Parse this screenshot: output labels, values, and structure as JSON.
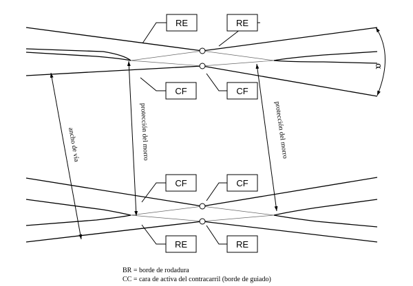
{
  "boxes": {
    "re_top_left": "RE",
    "re_top_right": "RE",
    "cf_mid_upper_left": "CF",
    "cf_mid_upper_right": "CF",
    "cf_mid_lower_left": "CF",
    "cf_mid_lower_right": "CF",
    "re_bottom_left": "RE",
    "re_bottom_right": "RE"
  },
  "labels": {
    "track_gauge": "ancho de vía",
    "frog_protection_left": "protección del morro",
    "frog_protection_right": "protección del morro",
    "angle_symbol": "α"
  },
  "legend": {
    "br": "BR = borde de rodadura",
    "cc": "CC = cara de activa del contracarril (borde de guiado)"
  }
}
